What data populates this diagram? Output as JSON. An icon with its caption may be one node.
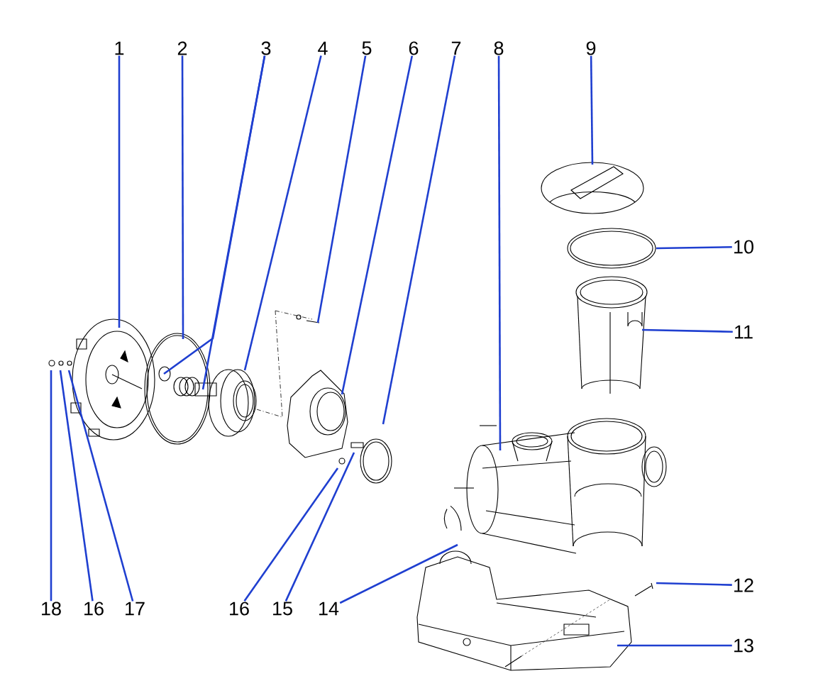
{
  "diagram": {
    "nodes": [
      {
        "text": [
          "1"
        ]
      },
      {
        "text": [
          "2"
        ]
      },
      {
        "text": [
          "3"
        ]
      },
      {
        "text": [
          "4"
        ]
      },
      {
        "text": [
          "5"
        ]
      },
      {
        "text": [
          "6"
        ]
      },
      {
        "text": [
          "7"
        ]
      },
      {
        "text": [
          "8"
        ]
      },
      {
        "text": [
          "9"
        ]
      },
      {
        "text": [
          "10"
        ]
      },
      {
        "text": [
          "11"
        ]
      },
      {
        "text": [
          "12"
        ]
      },
      {
        "text": [
          "13"
        ]
      },
      {
        "text": [
          "18"
        ]
      },
      {
        "text": [
          "16"
        ]
      },
      {
        "text": [
          "17"
        ]
      },
      {
        "text": [
          "16"
        ]
      },
      {
        "text": [
          "15"
        ]
      },
      {
        "text": [
          "14"
        ]
      }
    ],
    "edges": [
      {
        "from": 0,
        "to": null,
        "arrow": "none"
      },
      {
        "from": 1,
        "to": null,
        "arrow": "none"
      },
      {
        "from": 2,
        "to": null,
        "arrow": "none"
      },
      {
        "from": 2,
        "to": null,
        "arrow": "none"
      },
      {
        "from": 3,
        "to": null,
        "arrow": "none"
      },
      {
        "from": 4,
        "to": null,
        "arrow": "none"
      },
      {
        "from": 5,
        "to": null,
        "arrow": "none"
      },
      {
        "from": 6,
        "to": null,
        "arrow": "none"
      },
      {
        "from": 7,
        "to": null,
        "arrow": "none"
      },
      {
        "from": 8,
        "to": null,
        "arrow": "none"
      },
      {
        "from": 9,
        "to": null,
        "arrow": "none"
      },
      {
        "from": 10,
        "to": null,
        "arrow": "none"
      },
      {
        "from": 11,
        "to": null,
        "arrow": "none"
      },
      {
        "from": 12,
        "to": null,
        "arrow": "none"
      },
      {
        "from": 13,
        "to": null,
        "arrow": "none"
      },
      {
        "from": 14,
        "to": null,
        "arrow": "none"
      },
      {
        "from": 15,
        "to": null,
        "arrow": "none"
      },
      {
        "from": 16,
        "to": null,
        "arrow": "none"
      },
      {
        "from": 17,
        "to": null,
        "arrow": "none"
      },
      {
        "from": 18,
        "to": null,
        "arrow": "none"
      }
    ]
  }
}
